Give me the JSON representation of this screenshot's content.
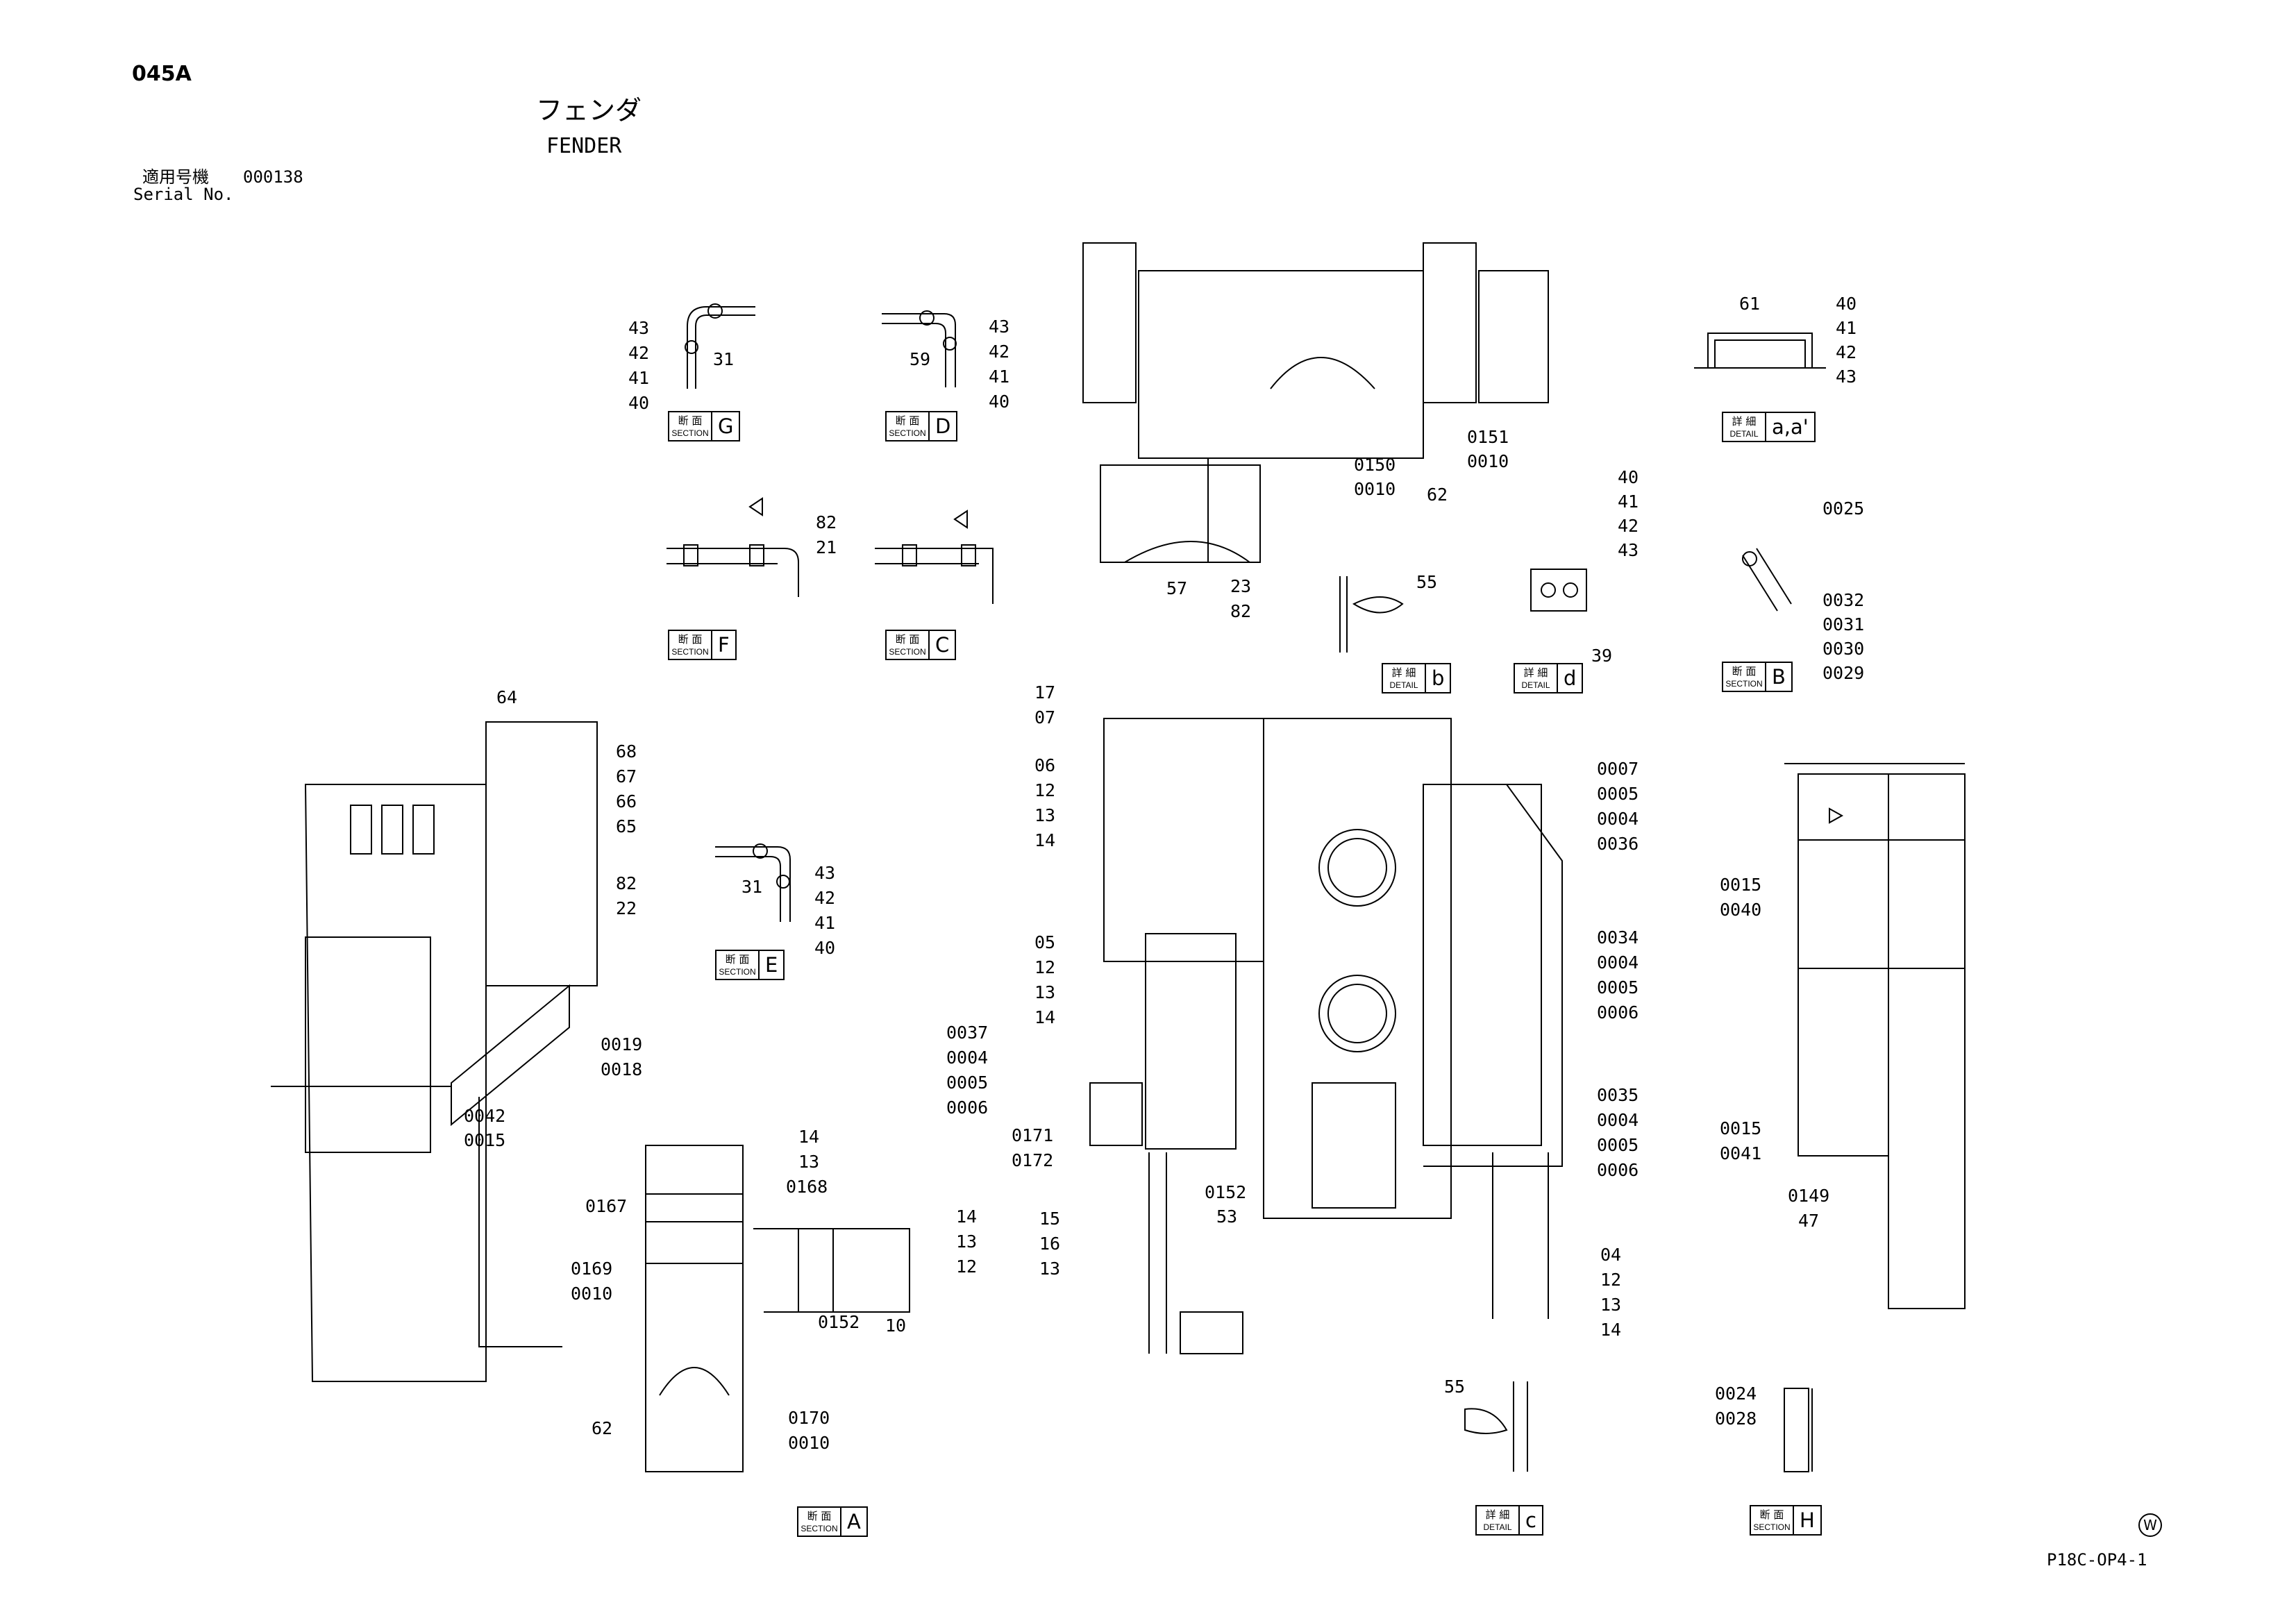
{
  "header": {
    "code": "045A",
    "title_jp": "フェンダ",
    "title_en": "FENDER",
    "serial_jp": "適用号機",
    "serial_no": "000138",
    "serial_en": "Serial No."
  },
  "page_id": "P18C-OP4-1",
  "watermark_symbol": "W",
  "labels": [
    {
      "jp": "断 面",
      "en": "SECTION",
      "letter": "G"
    },
    {
      "jp": "断 面",
      "en": "SECTION",
      "letter": "D"
    },
    {
      "jp": "詳 細",
      "en": "DETAIL",
      "letter": "a,a'"
    },
    {
      "jp": "断 面",
      "en": "SECTION",
      "letter": "F"
    },
    {
      "jp": "断 面",
      "en": "SECTION",
      "letter": "C"
    },
    {
      "jp": "詳 細",
      "en": "DETAIL",
      "letter": "b"
    },
    {
      "jp": "詳 細",
      "en": "DETAIL",
      "letter": "d"
    },
    {
      "jp": "断 面",
      "en": "SECTION",
      "letter": "B"
    },
    {
      "jp": "断 面",
      "en": "SECTION",
      "letter": "E"
    },
    {
      "jp": "断 面",
      "en": "SECTION",
      "letter": "A"
    },
    {
      "jp": "詳 細",
      "en": "DETAIL",
      "letter": "c"
    },
    {
      "jp": "断 面",
      "en": "SECTION",
      "letter": "H"
    }
  ],
  "callouts": [
    "43",
    "42",
    "41",
    "40",
    "31",
    "43",
    "42",
    "41",
    "40",
    "59",
    "61",
    "40",
    "41",
    "42",
    "43",
    "0151",
    "0010",
    "0150",
    "0010",
    "62",
    "57",
    "23",
    "82",
    "82",
    "21",
    "55",
    "40",
    "41",
    "42",
    "43",
    "39",
    "0025",
    "0032",
    "0031",
    "0030",
    "0029",
    "64",
    "68",
    "67",
    "66",
    "65",
    "82",
    "22",
    "0019",
    "0018",
    "0042",
    "0015",
    "31",
    "43",
    "42",
    "41",
    "40",
    "17",
    "07",
    "06",
    "12",
    "13",
    "14",
    "05",
    "12",
    "13",
    "14",
    "0037",
    "0004",
    "0005",
    "0006",
    "0171",
    "0172",
    "15",
    "16",
    "13",
    "0152",
    "53",
    "0007",
    "0005",
    "0004",
    "0036",
    "0034",
    "0004",
    "0005",
    "0006",
    "0035",
    "0004",
    "0005",
    "0006",
    "04",
    "12",
    "13",
    "14",
    "0015",
    "0040",
    "0015",
    "0041",
    "0149",
    "47",
    "14",
    "13",
    "0168",
    "0167",
    "0169",
    "0010",
    "14",
    "13",
    "12",
    "0152",
    "10",
    "62",
    "0170",
    "0010",
    "55",
    "0024",
    "0028"
  ]
}
